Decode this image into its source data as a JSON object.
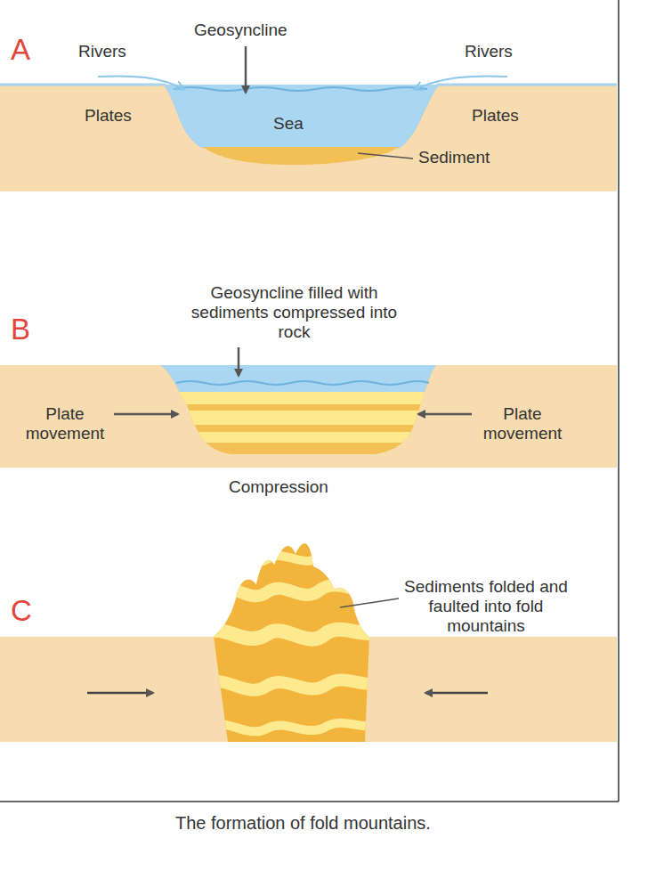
{
  "diagram": {
    "caption": "The formation of fold mountains.",
    "labels": [
      "A",
      "Rivers",
      "Geosyncline",
      "Rivers",
      "Plates",
      "Sea",
      "Plates",
      "Sediment",
      "B",
      "Geosyncline filled with sediments compressed into rock",
      "Plate movement",
      "Plate movement",
      "Compression",
      "C",
      "Sediments folded and faulted into fold mountains"
    ]
  }
}
